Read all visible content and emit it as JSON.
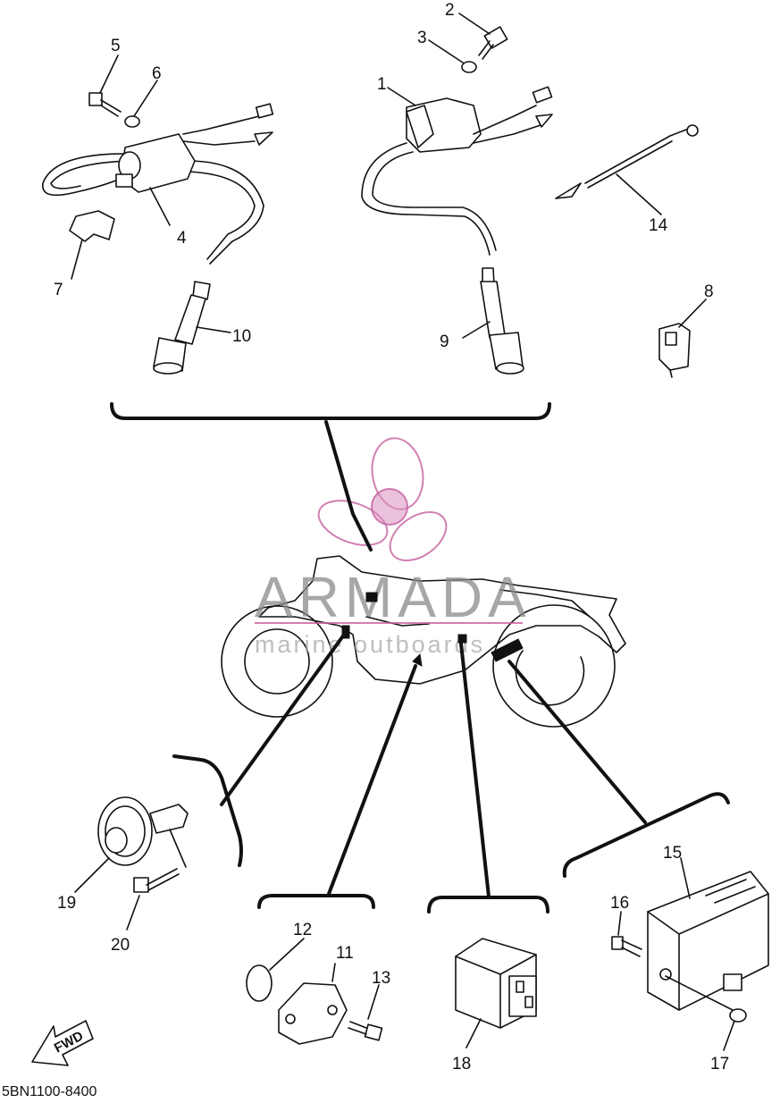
{
  "diagram": {
    "drawing_code": "5BN1100-8400",
    "fwd_label": "FWD",
    "callouts": {
      "p1": "1",
      "p2": "2",
      "p3": "3",
      "p4": "4",
      "p5": "5",
      "p6": "6",
      "p7": "7",
      "p8": "8",
      "p9": "9",
      "p10": "10",
      "p11": "11",
      "p12": "12",
      "p13": "13",
      "p14": "14",
      "p15": "15",
      "p16": "16",
      "p17": "17",
      "p18": "18",
      "p19": "19",
      "p20": "20"
    }
  },
  "watermark": {
    "brand": "ARMADA",
    "tagline": "marine outboards",
    "colors": {
      "pink": "#c6609f",
      "gray": "#8a8a8a"
    }
  }
}
